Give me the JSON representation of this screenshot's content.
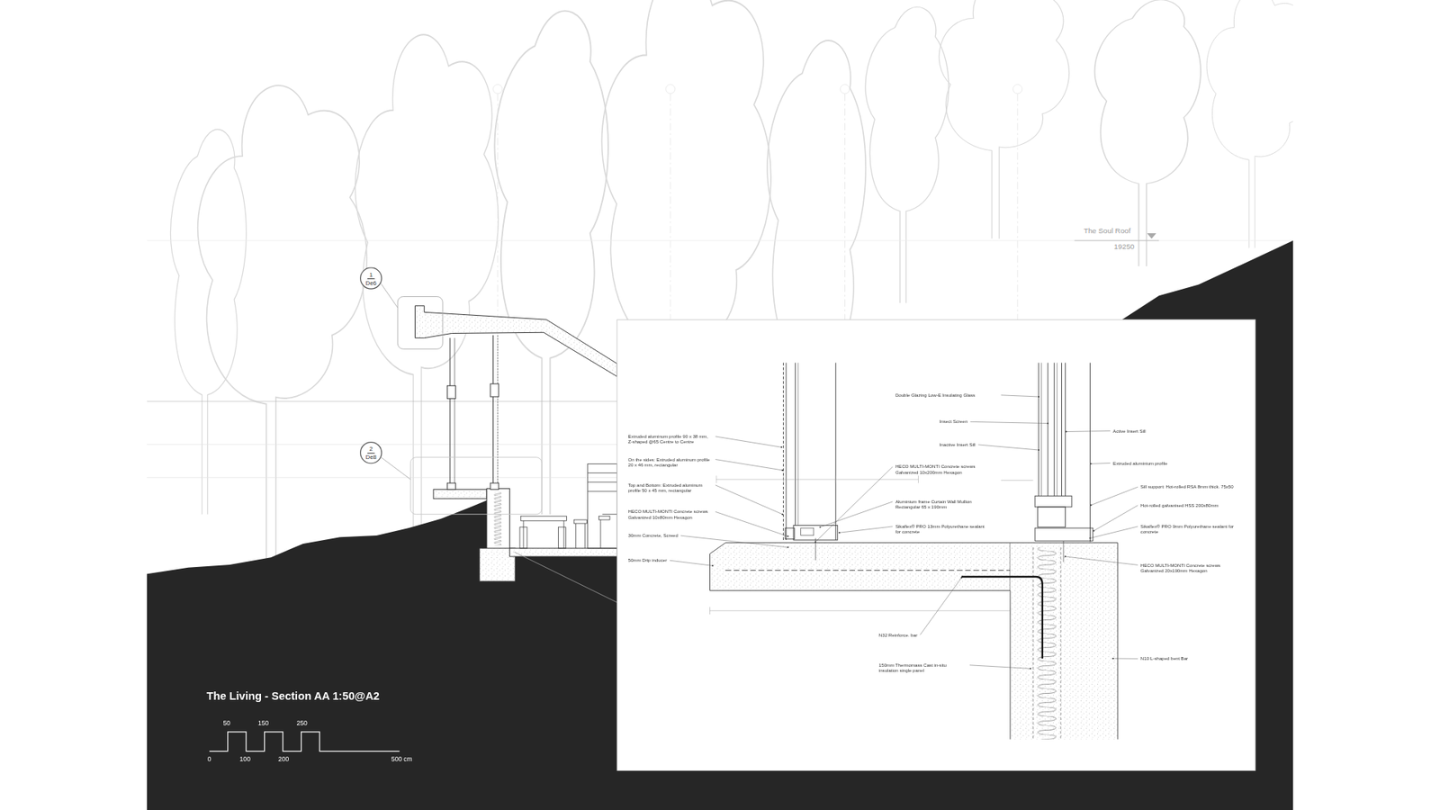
{
  "diagram": {
    "title": "The Living - Section AA 1:50@A2",
    "nodes": [
      {
        "text": [
          "1",
          "De6"
        ]
      },
      {
        "text": [
          "2",
          "De8"
        ]
      }
    ],
    "labels": [
      "The Soul Roof",
      "19250",
      "Extruded aluminum profile 90 x 38 mm, Z-shaped @65 Centre to Centre",
      "On the sides: Extruded aluminum profile 20 x 46 mm, rectangular",
      "Top and Bottom: Extruded aluminum profile 50 x 45 mm, rectangular",
      "HECO MULTI-MONTI Concrete screws Galvanized 10x80mm Hexagon",
      "30mm Concrete, Screed",
      "50mm Drip inducer",
      "Double Glazing Low-E Insulating Glass",
      "Insect Screen",
      "Inactive Insert Sill",
      "HECO MULTI-MONTI Concrete screws Galvanized 10x200mm Hexagon",
      "Aluminium frame Curtain Wall Mullion Rectangular 65 x 190mm",
      "Sikaflex® PRO 13mm Polyurethane sealant for concrete",
      "N32 Reinforce. bar",
      "150mm Thermomass Cast in-situ insulation single panel",
      "Active Insert Sill",
      "Extruded aluminium profile",
      "Sill support: Hot-rolled RSA 8mm thick. 75x50",
      "Hot-rolled galvanised HSS 200x80mm",
      "Sikaflex® PRO 9mm Polyurethane sealant for concrete",
      "HECO MULTI-MONTI Concrete screws Galvanized 20x190mm Hexagon",
      "N10 L-shaped bent Bar",
      "50",
      "150",
      "250",
      "0",
      "100",
      "200",
      "500 cm"
    ]
  }
}
